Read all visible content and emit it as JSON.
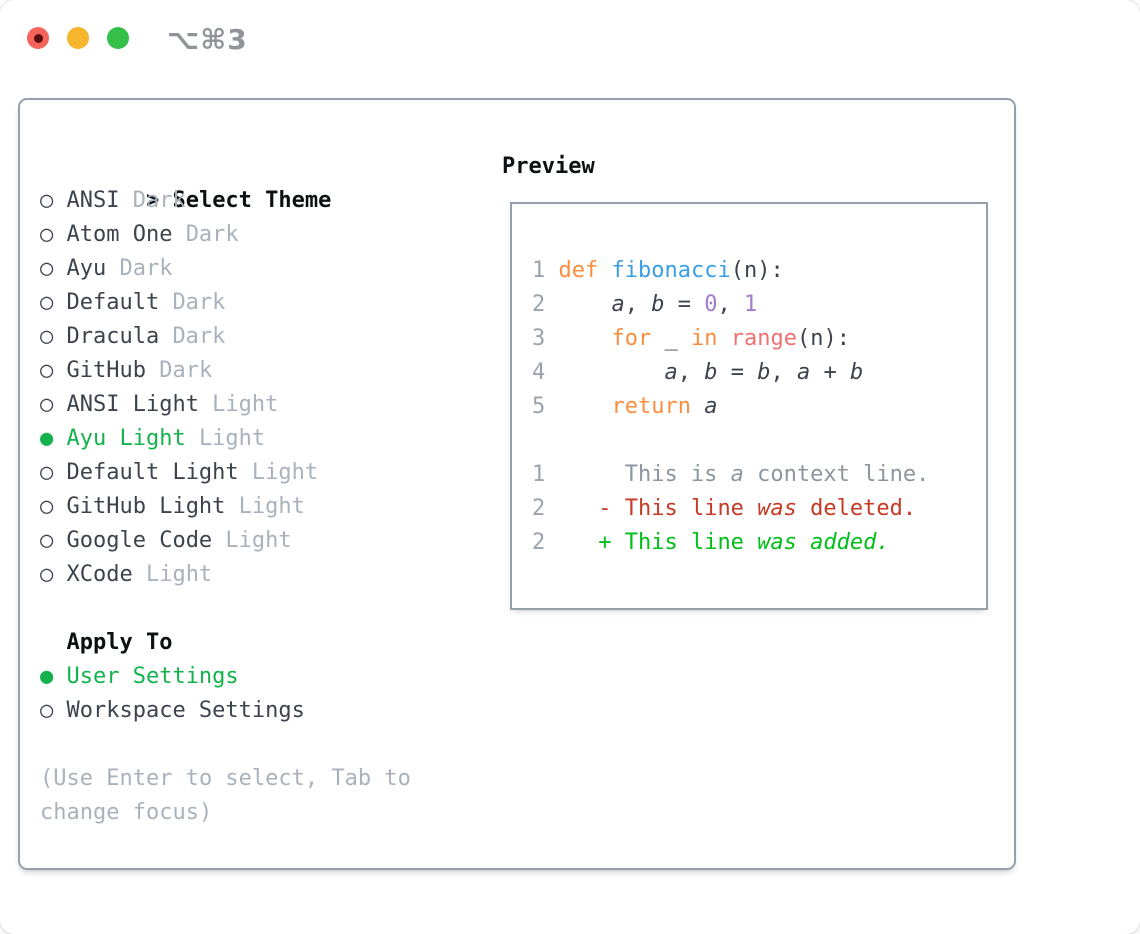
{
  "titlebar": {
    "shortcut": "⌥⌘3"
  },
  "colors": {
    "light-red": "#f4645b",
    "light-red-dot": "#5c0d0b",
    "light-yellow": "#f5b62e",
    "light-green": "#35c04a",
    "shortcut-gray": "#909398",
    "border-gray": "#97a0aa",
    "text-black": "#0e1114",
    "text-dark": "#3d434d",
    "muted-gray": "#a9b2bc",
    "accent-green": "#14b24c",
    "gutter-gray": "#9aa3ad",
    "ctx-gray": "#8d959d",
    "del-red": "#c63a26",
    "add-green": "#00bf18",
    "kw-orange": "#fa8d3e",
    "fn-blue": "#399ee6",
    "call-coral": "#f07171",
    "num-purple": "#a37acc"
  },
  "panel": {
    "select_theme": {
      "pointer": ">",
      "title": "Select Theme",
      "items": [
        {
          "name": "ANSI",
          "variant": "Dark",
          "selected": false
        },
        {
          "name": "Atom One",
          "variant": "Dark",
          "selected": false
        },
        {
          "name": "Ayu",
          "variant": "Dark",
          "selected": false
        },
        {
          "name": "Default",
          "variant": "Dark",
          "selected": false
        },
        {
          "name": "Dracula",
          "variant": "Dark",
          "selected": false
        },
        {
          "name": "GitHub",
          "variant": "Dark",
          "selected": false
        },
        {
          "name": "ANSI Light",
          "variant": "Light",
          "selected": false
        },
        {
          "name": "Ayu Light",
          "variant": "Light",
          "selected": true
        },
        {
          "name": "Default Light",
          "variant": "Light",
          "selected": false
        },
        {
          "name": "GitHub Light",
          "variant": "Light",
          "selected": false
        },
        {
          "name": "Google Code",
          "variant": "Light",
          "selected": false
        },
        {
          "name": "XCode",
          "variant": "Light",
          "selected": false
        }
      ],
      "radio_empty": "○",
      "radio_filled": "●"
    },
    "apply_to": {
      "title": "Apply To",
      "options": [
        {
          "name": "User Settings",
          "selected": true
        },
        {
          "name": "Workspace Settings",
          "selected": false
        }
      ]
    },
    "hint": [
      "(Use Enter to select, Tab to",
      "change focus)"
    ],
    "preview": {
      "title": "Preview",
      "lines": [
        {
          "kind": "code",
          "num": "1",
          "segments": [
            {
              "t": "def",
              "c": "kw"
            },
            {
              "t": " ",
              "c": "plain"
            },
            {
              "t": "fibonacci",
              "c": "fn"
            },
            {
              "t": "(n):",
              "c": "plain"
            }
          ]
        },
        {
          "kind": "code",
          "num": "2",
          "segments": [
            {
              "t": "    ",
              "c": "plain"
            },
            {
              "t": "a",
              "c": "var"
            },
            {
              "t": ", ",
              "c": "plain"
            },
            {
              "t": "b",
              "c": "var"
            },
            {
              "t": " = ",
              "c": "plain"
            },
            {
              "t": "0",
              "c": "num"
            },
            {
              "t": ", ",
              "c": "plain"
            },
            {
              "t": "1",
              "c": "num"
            }
          ]
        },
        {
          "kind": "code",
          "num": "3",
          "segments": [
            {
              "t": "    ",
              "c": "plain"
            },
            {
              "t": "for",
              "c": "kw"
            },
            {
              "t": " _ ",
              "c": "plain"
            },
            {
              "t": "in",
              "c": "kw"
            },
            {
              "t": " ",
              "c": "plain"
            },
            {
              "t": "range",
              "c": "call"
            },
            {
              "t": "(n):",
              "c": "plain"
            }
          ]
        },
        {
          "kind": "code",
          "num": "4",
          "segments": [
            {
              "t": "        ",
              "c": "plain"
            },
            {
              "t": "a",
              "c": "var"
            },
            {
              "t": ", ",
              "c": "plain"
            },
            {
              "t": "b",
              "c": "var"
            },
            {
              "t": " = ",
              "c": "plain"
            },
            {
              "t": "b",
              "c": "var"
            },
            {
              "t": ", ",
              "c": "plain"
            },
            {
              "t": "a",
              "c": "var"
            },
            {
              "t": " + ",
              "c": "plain"
            },
            {
              "t": "b",
              "c": "var"
            }
          ]
        },
        {
          "kind": "code",
          "num": "5",
          "segments": [
            {
              "t": "    ",
              "c": "plain"
            },
            {
              "t": "return",
              "c": "kw"
            },
            {
              "t": " ",
              "c": "plain"
            },
            {
              "t": "a",
              "c": "var"
            }
          ]
        },
        {
          "kind": "blank",
          "num": "",
          "segments": []
        },
        {
          "kind": "context",
          "num": "1",
          "segments": [
            {
              "t": "     This is ",
              "c": "ctx"
            },
            {
              "t": "a",
              "c": "ctxi"
            },
            {
              "t": " context line.",
              "c": "ctx"
            }
          ]
        },
        {
          "kind": "deleted",
          "num": "2",
          "segments": [
            {
              "t": "   ",
              "c": "plain"
            },
            {
              "t": "- This line ",
              "c": "del"
            },
            {
              "t": "was",
              "c": "deli"
            },
            {
              "t": " deleted.",
              "c": "del"
            }
          ]
        },
        {
          "kind": "added",
          "num": "2",
          "segments": [
            {
              "t": "   ",
              "c": "plain"
            },
            {
              "t": "+ This line ",
              "c": "add"
            },
            {
              "t": "was added.",
              "c": "addi"
            }
          ]
        }
      ]
    }
  }
}
